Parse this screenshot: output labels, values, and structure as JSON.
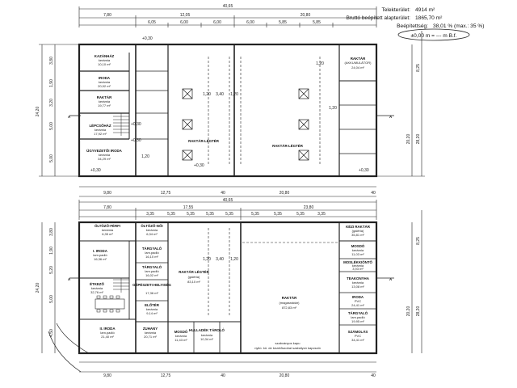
{
  "info": {
    "telekterulet_label": "Telekterület:",
    "telekterulet_value": "4914 m²",
    "brutto_label": "Bruttó beépített alapterület:",
    "brutto_value": "1865,70 m²",
    "beepitettseg_label": "Beépítettség:",
    "beepitettseg_value": "38,01 % (max.: 35 %)",
    "zero_level": "±0,00 m = --- m B.f."
  },
  "plan_top": {
    "dims_top_total": "40,65",
    "dims_top_row1": [
      "7,80",
      "12,05",
      "20,80"
    ],
    "dims_top_row2": [
      "6,05",
      "6,00",
      "6,00",
      "6,00",
      "5,85",
      "5,85"
    ],
    "dims_left_outer": "24,20",
    "dims_left_inner": [
      "3,80",
      "1,90",
      "3,20",
      "5,00",
      "5,00"
    ],
    "dims_right": [
      "8,25",
      "20,20",
      "28,20"
    ],
    "dims_bottom": [
      "9,80",
      "12,75",
      "40",
      "20,80",
      "40"
    ],
    "inner_dims": [
      "1,20",
      "3,40",
      "1,20",
      "1,20",
      "1,20",
      "1,20"
    ],
    "level_marks": [
      "+0,30",
      "+0,30",
      "+0,30",
      "+0,30",
      "+0,30",
      "+0,30"
    ],
    "axis_a": "A",
    "rooms": [
      {
        "name": "KAZÁNHÁZ",
        "sub": "kerámia",
        "area": "10,10 m²"
      },
      {
        "name": "IRODA",
        "sub": "kerámia",
        "area": "20,92 m²"
      },
      {
        "name": "RAKTÁR",
        "sub": "kerámia",
        "area": "19,77 m²"
      },
      {
        "name": "LÉPCSŐHÁZ",
        "sub": "kerámia",
        "area": "17,92 m²"
      },
      {
        "name": "ÜGYVEZETŐI IRODA",
        "sub": "kerámia",
        "area": "34,29 m²"
      },
      {
        "name": "RAKTÁR-LÉGTÉR",
        "sub": "",
        "area": ""
      },
      {
        "name": "RAKTÁR-LÉGTÉR",
        "sub": "",
        "area": ""
      },
      {
        "name": "RAKTÁR",
        "sub": "(AKKUMULÁTOR)",
        "area": "24,04 m²"
      }
    ]
  },
  "plan_bottom": {
    "dims_top_total": "40,65",
    "dims_top_row1": [
      "7,80",
      "17,55",
      "23,80"
    ],
    "dims_top_row2": [
      "3,35",
      "5,35",
      "5,35",
      "5,35",
      "5,35",
      "5,35",
      "5,35",
      "5,35",
      "3,35"
    ],
    "dims_left_outer": "24,20",
    "dims_left_inner": [
      "3,80",
      "1,90",
      "5,20",
      "5,00",
      "4,50"
    ],
    "dims_right": [
      "8,25",
      "20,20",
      "28,20"
    ],
    "dims_bottom": [
      "9,80",
      "12,75",
      "40",
      "20,80",
      "40"
    ],
    "inner_dims": [
      "1,20",
      "3,40",
      "1,20"
    ],
    "axis_a": "A",
    "rooms_left": [
      {
        "name": "ÖLTÖZŐ-FÉRFI",
        "sub": "kerámia",
        "area": "6,35 m²"
      },
      {
        "name": "ÖLTÖZŐ-NŐI",
        "sub": "kerámia",
        "area": "6,34 m²"
      },
      {
        "name": "I. IRODA",
        "sub": "lam.padló",
        "area": "16,36 m²"
      },
      {
        "name": "TÁRGYALÓ",
        "sub": "lam.padló",
        "area": "16,10 m²"
      },
      {
        "name": "TÁRGYALÓ",
        "sub": "lam.padló",
        "area": "16,02 m²"
      },
      {
        "name": "ÉTKEZŐ",
        "sub": "kerámia",
        "area": "32,76 m²"
      },
      {
        "name": "GÉPÉSZETI HELYISÉG",
        "sub": "",
        "area": "17,36 m²"
      },
      {
        "name": "ELŐTÉR",
        "sub": "kerámia",
        "area": "9,14 m²"
      },
      {
        "name": "II. IRODA",
        "sub": "lam.padló",
        "area": "21,40 m²"
      },
      {
        "name": "ZUHANY",
        "sub": "kerámia",
        "area": "20,71 m²"
      },
      {
        "name": "MOSDÓ",
        "sub": "kerámia",
        "area": "11,43 m²"
      },
      {
        "name": "HULLADÉK TÁROLÓ",
        "sub": "kerámia",
        "area": "10,34 m²"
      }
    ],
    "rooms_center": [
      {
        "name": "RAKTÁR LÉGTÉR",
        "sub": "(galéria)",
        "area": "83,10 m²"
      },
      {
        "name": "RAKTÁR",
        "sub": "(magasraktár)",
        "area": "872,83 m²"
      }
    ],
    "rooms_right": [
      {
        "name": "KÉZI RAKTÁR",
        "sub": "(galéria)",
        "area": "35,81 m²"
      },
      {
        "name": "MOSDÓ",
        "sub": "kerámia",
        "area": "11,03 m²"
      },
      {
        "name": "MOSLÉKKIÖNTŐ",
        "sub": "kerámia",
        "area": "3,93 m²"
      },
      {
        "name": "TEAKONYHA",
        "sub": "kerámia",
        "area": "13,08 m²"
      },
      {
        "name": "IRODA",
        "sub": "PVC",
        "area": "24,41 m²"
      },
      {
        "name": "TÁRGYALÓ",
        "sub": "lam.padló",
        "area": "19,95 m²"
      },
      {
        "name": "SZÁMOLÁS",
        "sub": "PVC",
        "area": "34,41 m²"
      }
    ],
    "bottom_note": "nyitó. kü. de kezelőszobai szabályzó kapcsoló",
    "floor_area_note": "szabványos kapu"
  }
}
